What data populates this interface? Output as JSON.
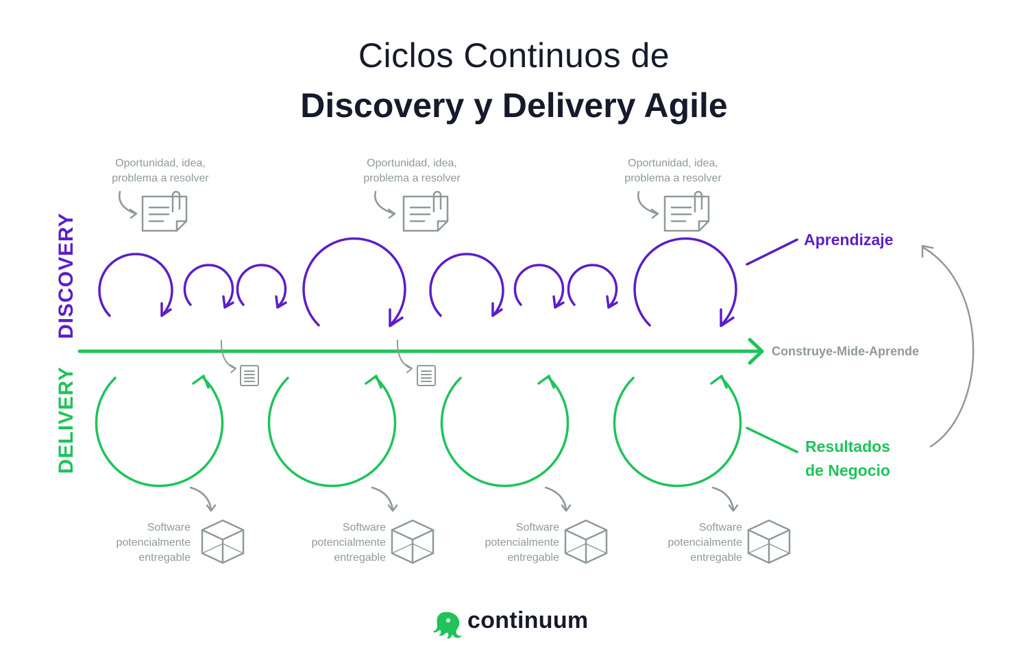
{
  "title": {
    "line1": "Ciclos Continuos de",
    "line2": "Discovery y Delivery Agile"
  },
  "lanes": {
    "discovery": "DISCOVERY",
    "delivery": "DELIVERY"
  },
  "opportunity_label": {
    "line1": "Oportunidad, idea,",
    "line2": "problema a resolver"
  },
  "software_label": {
    "line1": "Software",
    "line2": "potencialmente",
    "line3": "entregable"
  },
  "axis_label": "Construye-Mide-Aprende",
  "side": {
    "learning": "Aprendizaje",
    "results_line1": "Resultados",
    "results_line2": "de Negocio"
  },
  "brand": {
    "name": "continuum",
    "icon": "octopus-logo-icon"
  },
  "colors": {
    "discovery": "#5b1ec8",
    "delivery": "#1fc35a",
    "muted": "#8e9a98",
    "title": "#161a2b"
  },
  "icons": {
    "opportunity": "document-with-clip-icon",
    "handoff": "document-icon",
    "software": "cube-icon"
  }
}
